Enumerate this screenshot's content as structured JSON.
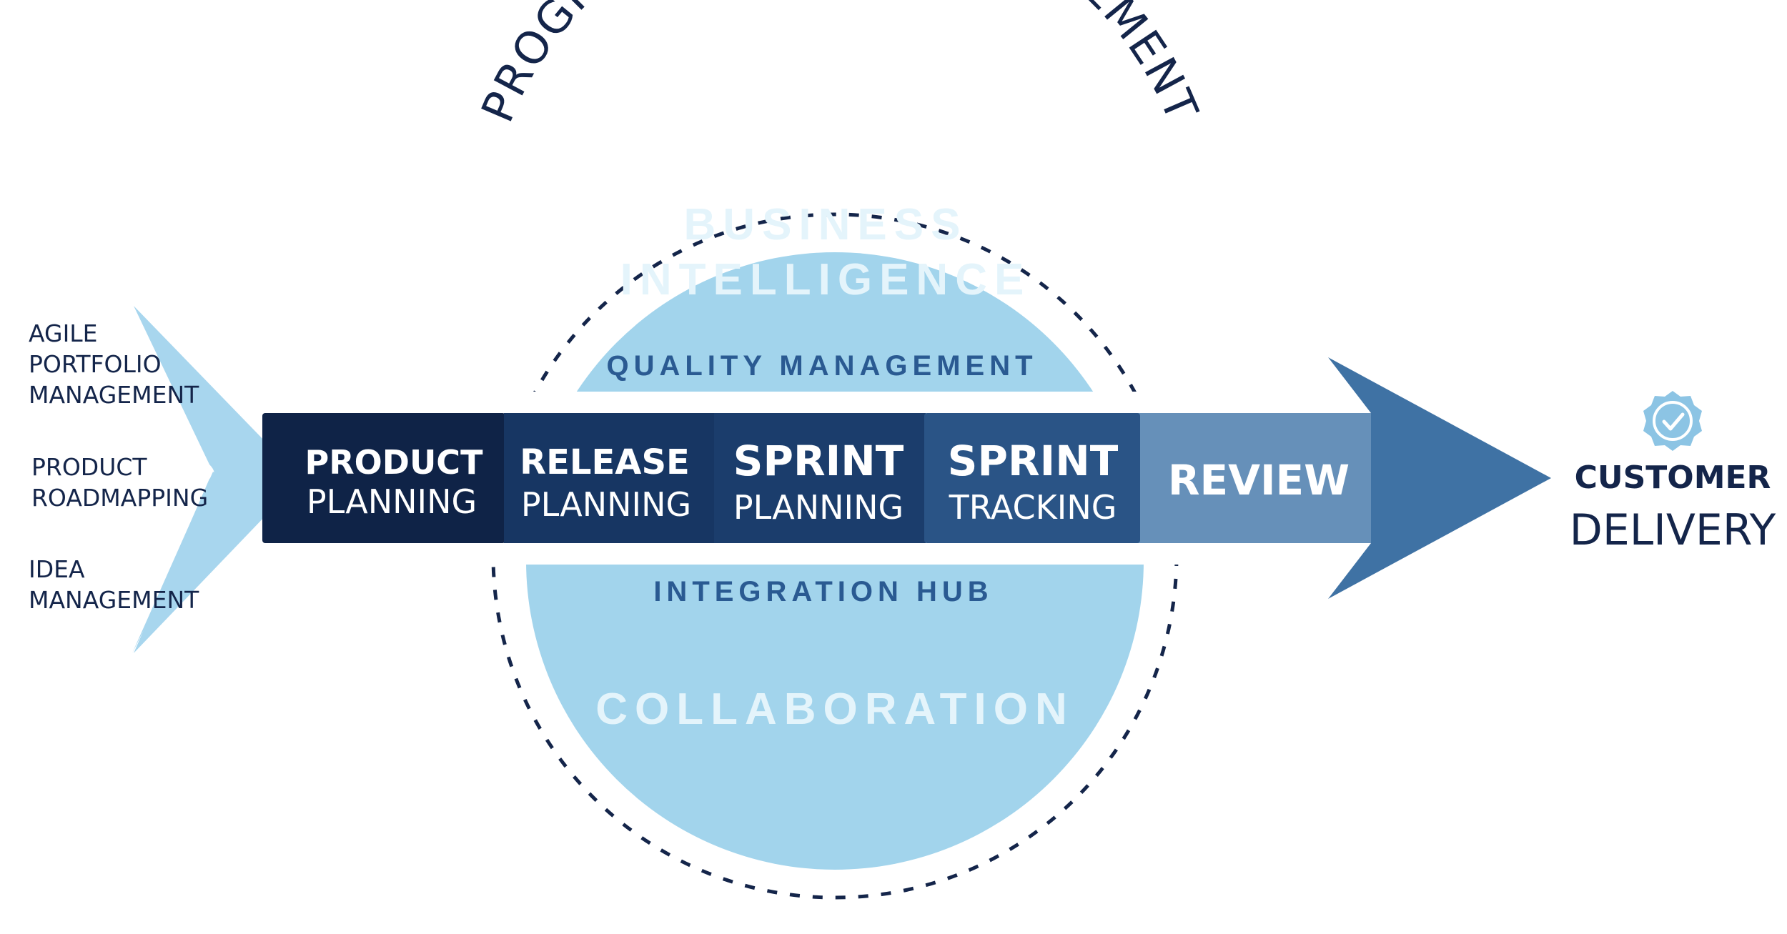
{
  "diagram": {
    "arc_title": "PROGRAM & PROJECT MANAGEMENT",
    "circle_top": {
      "line1": "BUSINESS",
      "line2": "INTELLIGENCE",
      "band": "QUALITY MANAGEMENT"
    },
    "circle_bottom": {
      "band": "INTEGRATION HUB",
      "label": "COLLABORATION"
    },
    "inputs": [
      {
        "lines": [
          "AGILE",
          "PORTFOLIO",
          "MANAGEMENT"
        ]
      },
      {
        "lines": [
          "PRODUCT",
          "ROADMAPPING"
        ]
      },
      {
        "lines": [
          "IDEA",
          "MANAGEMENT"
        ]
      }
    ],
    "stages": [
      {
        "title": "PRODUCT",
        "subtitle": "PLANNING"
      },
      {
        "title": "RELEASE",
        "subtitle": "PLANNING"
      },
      {
        "title": "SPRINT",
        "subtitle": "PLANNING"
      },
      {
        "title": "SPRINT",
        "subtitle": "TRACKING"
      },
      {
        "title": "REVIEW",
        "subtitle": ""
      }
    ],
    "output": {
      "line1": "CUSTOMER",
      "line2": "DELIVERY",
      "icon": "badge-check-icon"
    },
    "colors": {
      "circle": "#a2d4ec",
      "circle_text": "#e4f4fb",
      "band_text": "#2a5a92",
      "dark_text": "#14254a",
      "stage1": "#0f2347",
      "stage2": "#173663",
      "stage3": "#1b3d6c",
      "stage4": "#2a5486",
      "stage5": "#6690b9",
      "arrow": "#3f72a4",
      "chevron": "#a8d6ee"
    }
  }
}
